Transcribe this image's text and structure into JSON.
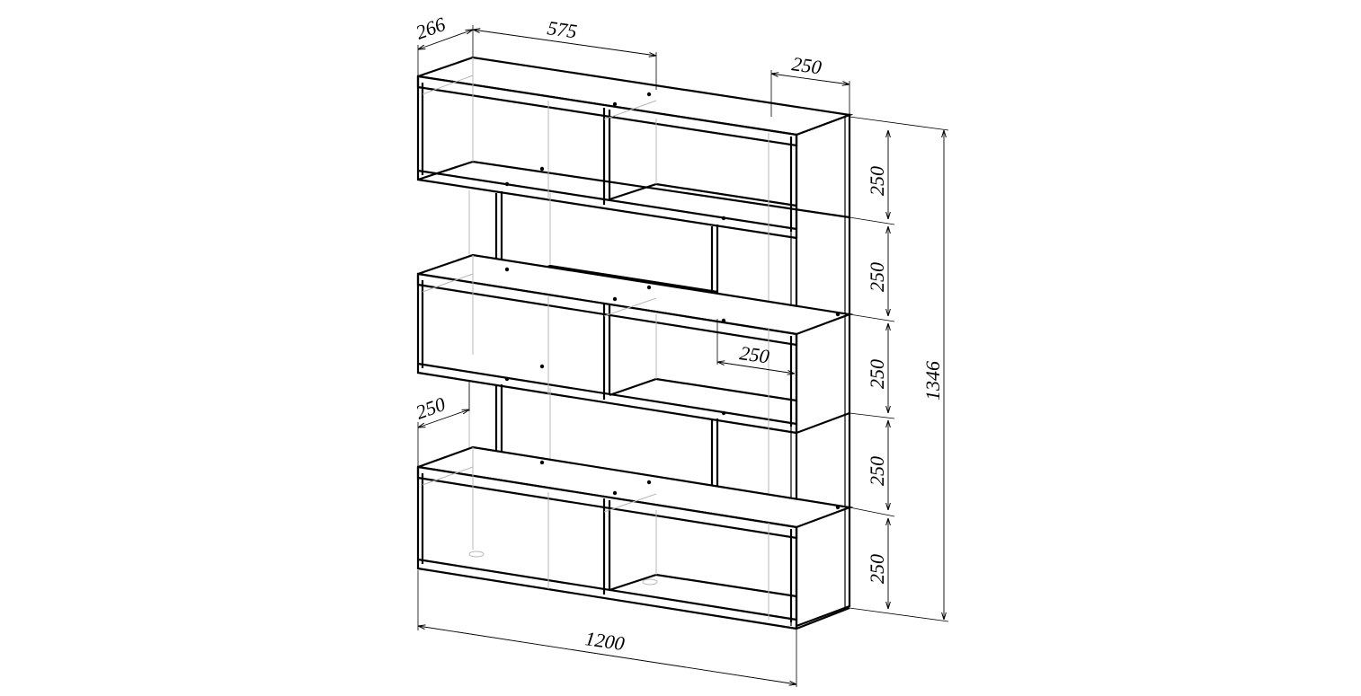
{
  "drawing": {
    "subject": "",
    "dimensions": {
      "depth_top": "266",
      "width_half_top": "575",
      "width_offset_top": "250",
      "height_tier_1": "250",
      "height_tier_2": "250",
      "height_tier_3": "250",
      "height_tier_4": "250",
      "height_tier_5": "250",
      "total_height": "1346",
      "inner_offset_mid": "250",
      "left_offset": "250",
      "total_width": "1200"
    }
  }
}
